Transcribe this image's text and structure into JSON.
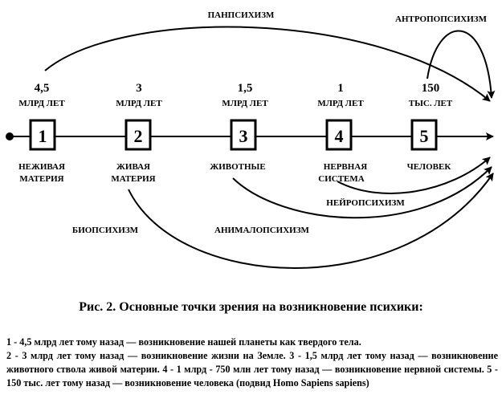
{
  "diagram": {
    "arcs": {
      "panpsychism": "ПАНПСИХИЗМ",
      "anthropopsychism": "АНТРОПОПСИХИЗМ",
      "neuropsychism": "НЕЙРОПСИХИЗМ",
      "biopsychism": "БИОПСИХИЗМ",
      "animalopsychism": "АНИМАЛОПСИХИЗМ"
    },
    "stages": [
      {
        "number": "1",
        "value": "4,5",
        "unit": "МЛРД ЛЕТ",
        "label_line1": "НЕЖИВАЯ",
        "label_line2": "МАТЕРИЯ"
      },
      {
        "number": "2",
        "value": "3",
        "unit": "МЛРД ЛЕТ",
        "label_line1": "ЖИВАЯ",
        "label_line2": "МАТЕРИЯ"
      },
      {
        "number": "3",
        "value": "1,5",
        "unit": "МЛРД ЛЕТ",
        "label_line1": "ЖИВОТНЫЕ",
        "label_line2": ""
      },
      {
        "number": "4",
        "value": "1",
        "unit": "МЛРД ЛЕТ",
        "label_line1": "НЕРВНАЯ",
        "label_line2": "СИСТЕМА"
      },
      {
        "number": "5",
        "value": "150",
        "unit": "ТЫС. ЛЕТ",
        "label_line1": "ЧЕЛОВЕК",
        "label_line2": ""
      }
    ]
  },
  "caption": "Рис. 2. Основные точки зрения на возникновение психики:",
  "notes": {
    "line1": "1 - 4,5 млрд лет тому назад — возникновение нашей планеты как твердого тела.",
    "line2": "2 - 3 млрд лет тому назад — возникновение жизни на Земле. 3 - 1,5 млрд лет тому назад — возникновение животного ствола живой материи. 4 - 1 млрд - 750 млн лет тому назад — возникновение нервной системы. 5 - 150 тыс. лет тому назад — возникновение человека (подвид Homo Sapiens sapiens)"
  }
}
